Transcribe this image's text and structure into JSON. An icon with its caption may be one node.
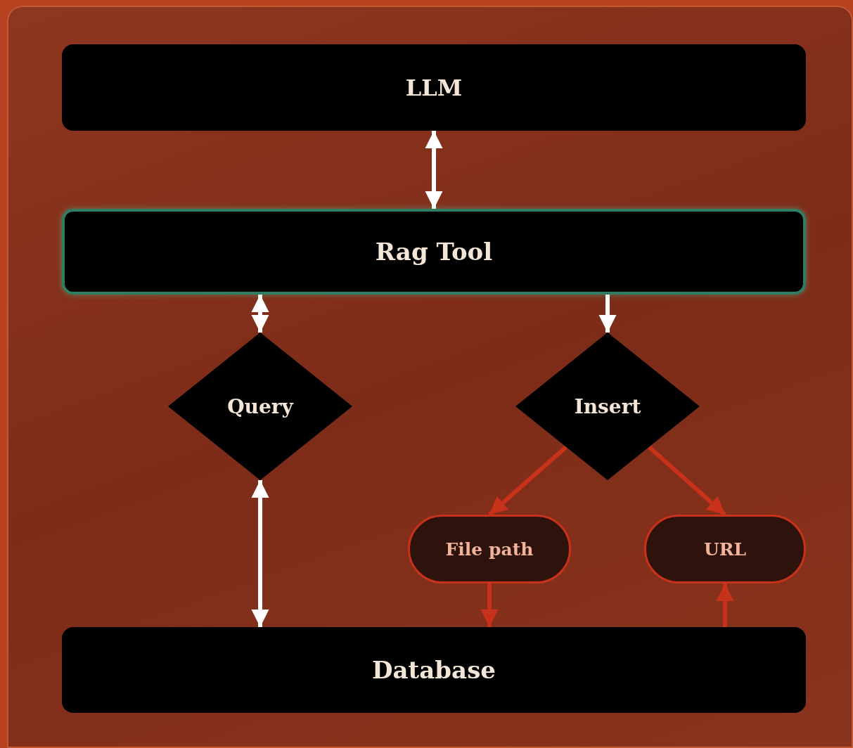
{
  "diagram": {
    "nodes": [
      {
        "text": [
          "LLM"
        ]
      },
      {
        "text": [
          "Rag Tool"
        ]
      },
      {
        "text": [
          "Query"
        ]
      },
      {
        "text": [
          "Insert"
        ]
      },
      {
        "text": [
          "File path"
        ]
      },
      {
        "text": [
          "URL"
        ]
      },
      {
        "text": [
          "Database"
        ]
      }
    ],
    "edges": [
      {
        "from": 0,
        "to": 1,
        "arrow": "both"
      },
      {
        "from": 1,
        "to": 2,
        "arrow": "both"
      },
      {
        "from": 1,
        "to": 3,
        "arrow": "to"
      },
      {
        "from": 3,
        "to": 4,
        "arrow": "to",
        "color": "#c8321a"
      },
      {
        "from": 3,
        "to": 5,
        "arrow": "to",
        "color": "#c8321a"
      },
      {
        "from": 2,
        "to": 6,
        "arrow": "both"
      },
      {
        "from": 4,
        "to": 6,
        "arrow": "to",
        "color": "#c8321a"
      },
      {
        "from": 6,
        "to": 5,
        "arrow": "to",
        "color": "#c8321a"
      }
    ]
  }
}
